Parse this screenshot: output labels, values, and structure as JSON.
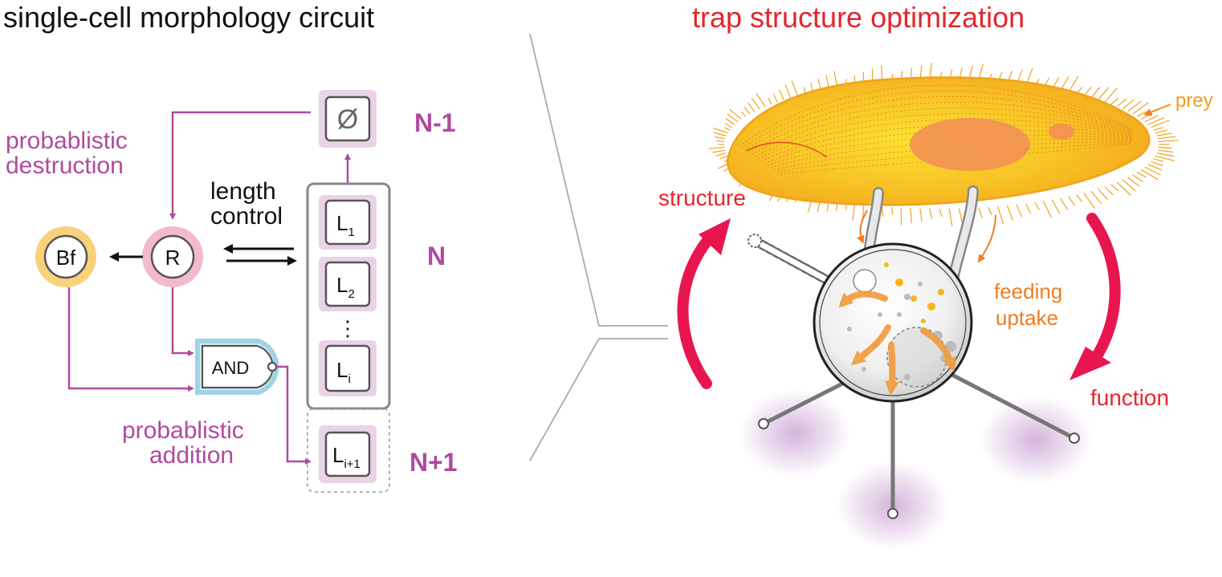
{
  "left_title": "single-cell morphology circuit",
  "right_title": "trap structure optimization",
  "labels": {
    "destruction_line1": "probablistic",
    "destruction_line2": "destruction",
    "addition_line1": "probablistic",
    "addition_line2": "addition",
    "length_line1": "length",
    "length_line2": "control",
    "n_minus_1": "N-1",
    "n": "N",
    "n_plus_1": "N+1",
    "empty_set": "Ø",
    "bf": "Bf",
    "r": "R",
    "and_gate": "AND",
    "dots": "⋮",
    "prey": "prey",
    "structure": "structure",
    "function": "function",
    "feeding_line1": "feeding",
    "feeding_line2": "uptake"
  },
  "l_boxes": [
    {
      "base": "L",
      "sub": "1"
    },
    {
      "base": "L",
      "sub": "2"
    },
    {
      "base": "L",
      "sub": "i"
    },
    {
      "base": "L",
      "sub": "i+1"
    }
  ],
  "colors": {
    "magenta": "#b04a9e",
    "red": "#e4262d",
    "orange": "#ef7d22",
    "prey_yellow": "#f7c325",
    "box_fill": "#e9d3e7",
    "bf_ring": "#f8d27a",
    "r_ring": "#f2b9cf",
    "and_outline": "#9fd4e4"
  }
}
